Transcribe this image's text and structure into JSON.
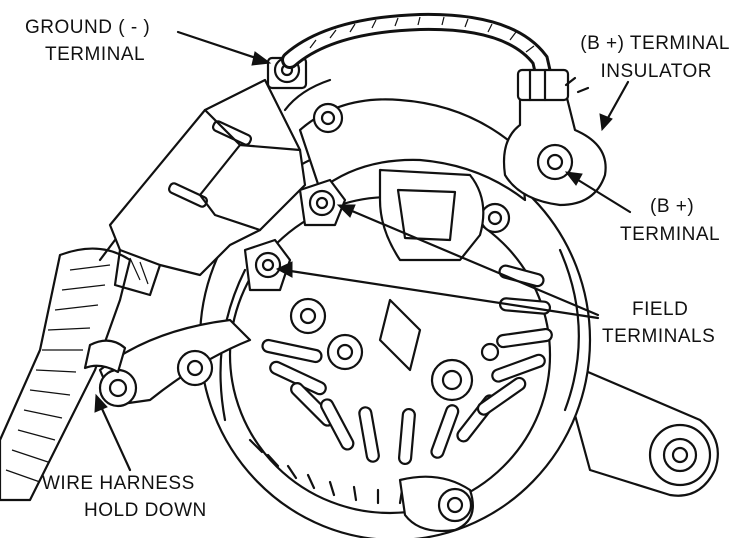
{
  "labels": {
    "ground_terminal": [
      "GROUND ( - )",
      "TERMINAL"
    ],
    "b_plus_insulator": [
      "(B +) TERMINAL",
      "INSULATOR"
    ],
    "b_plus_terminal": [
      "(B +)",
      "TERMINAL"
    ],
    "field_terminals": [
      "FIELD",
      "TERMINALS"
    ],
    "wire_harness": [
      "WIRE HARNESS",
      "HOLD DOWN"
    ]
  },
  "colors": {
    "ink": "#111111",
    "background": "#ffffff"
  }
}
